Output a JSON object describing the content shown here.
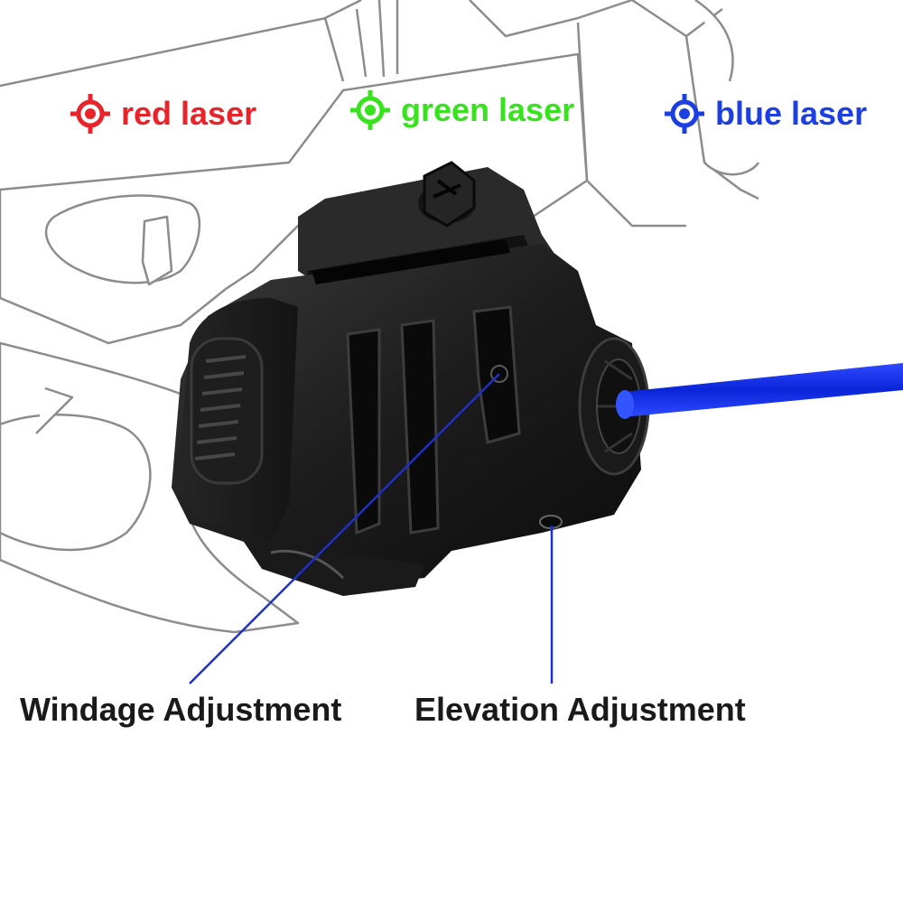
{
  "legend": [
    {
      "label": "red laser",
      "color": "#e8232a",
      "icon": "red-reticle-icon"
    },
    {
      "label": "green laser",
      "color": "#39e21f",
      "icon": "green-reticle-icon"
    },
    {
      "label": "blue laser",
      "color": "#1b3fe0",
      "icon": "blue-reticle-icon"
    }
  ],
  "beam_color": "#1030e8",
  "callouts": {
    "windage": "Windage Adjustment",
    "elevation": "Elevation Adjustment"
  }
}
